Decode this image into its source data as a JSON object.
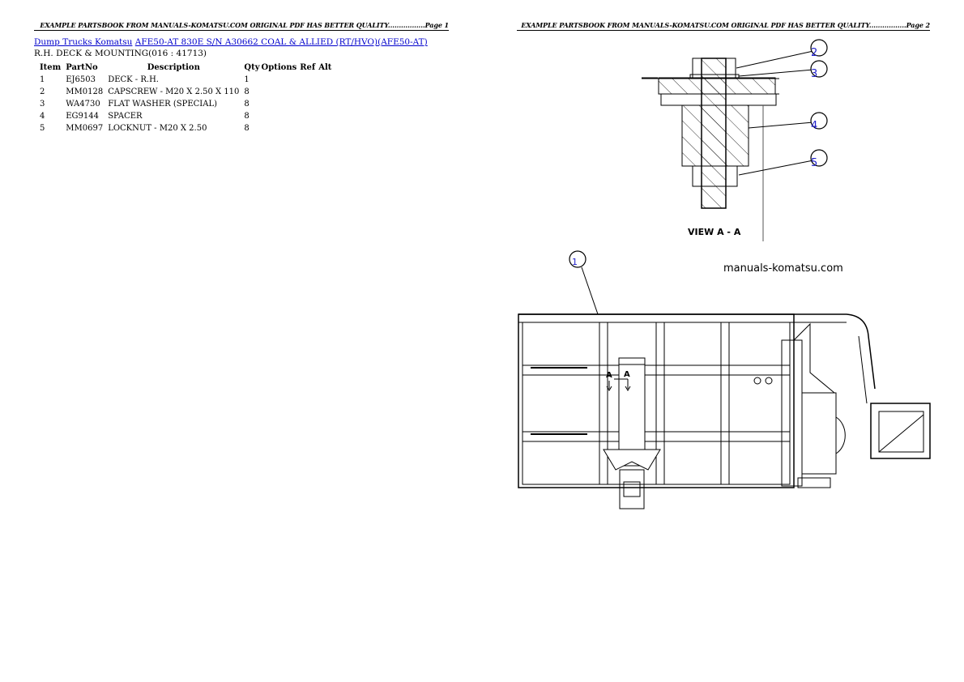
{
  "page1": {
    "header": "EXAMPLE PARTSBOOK FROM MANUALS-KOMATSU.COM ORIGINAL PDF HAS BETTER QUALITY.................Page 1",
    "breadcrumb": {
      "link1": "Dump Trucks Komatsu",
      "link2": "AFE50-AT 830E S/N A30662 COAL & ALLIED (RT/HVO)(AFE50-AT)"
    },
    "section_title": "R.H. DECK & MOUNTING(016 : 41713)",
    "table": {
      "headers": [
        "Item",
        "PartNo",
        "Description",
        "Qty",
        "Options",
        "Ref",
        "Alt"
      ],
      "rows": [
        {
          "item": "1",
          "partno": "EJ6503",
          "description": "DECK - R.H.",
          "qty": "1"
        },
        {
          "item": "2",
          "partno": "MM0128",
          "description": "CAPSCREW - M20 X 2.50 X 110",
          "qty": "8"
        },
        {
          "item": "3",
          "partno": "WA4730",
          "description": "FLAT WASHER (SPECIAL)",
          "qty": "8"
        },
        {
          "item": "4",
          "partno": "EG9144",
          "description": "SPACER",
          "qty": "8"
        },
        {
          "item": "5",
          "partno": "MM0697",
          "description": "LOCKNUT - M20 X 2.50",
          "qty": "8"
        }
      ]
    }
  },
  "page2": {
    "header": "EXAMPLE PARTSBOOK FROM MANUALS-KOMATSU.COM ORIGINAL PDF HAS BETTER QUALITY.................Page 2",
    "drawing": {
      "view_label": "VIEW A - A",
      "watermark": "manuals-komatsu.com",
      "callouts": [
        "1",
        "2",
        "3",
        "4",
        "5"
      ],
      "section_marks": [
        "A",
        "A"
      ]
    }
  },
  "colors": {
    "link": "#0000cc",
    "callout_number": "#2222cc"
  }
}
